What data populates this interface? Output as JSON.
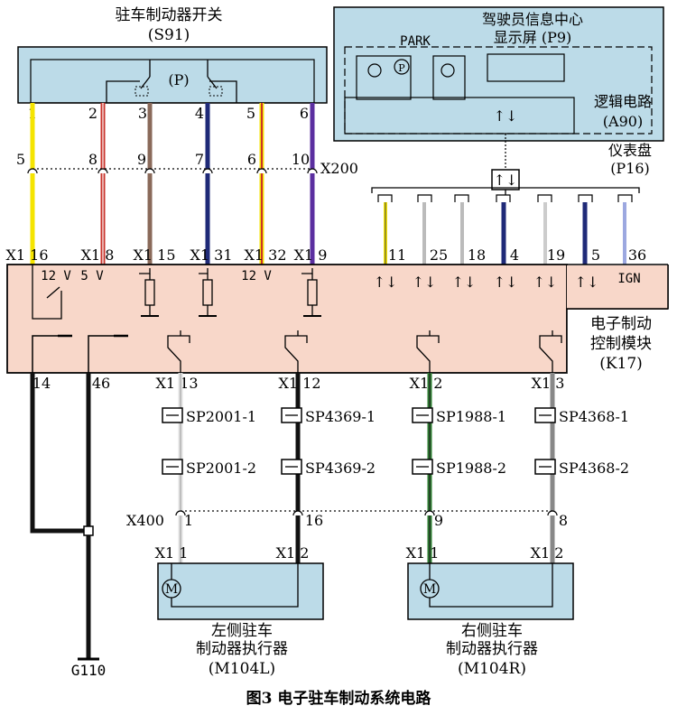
{
  "colors": {
    "module_fill": "#f8d7c9",
    "box_fill": "#bcdbe8",
    "wire_yellow": "#f5e400",
    "wire_red": "#c9342c",
    "wire_brown": "#8a6a5a",
    "wire_darkblue": "#1f2a78",
    "wire_violet": "#5b2fa0",
    "wire_green": "#2e7d32",
    "wire_gray": "#888888",
    "wire_black": "#111111"
  },
  "switch": {
    "title": "驻车制动器开关",
    "code": "(S91)",
    "p_symbol": "(P)",
    "pins": [
      "1",
      "2",
      "3",
      "4",
      "5",
      "6"
    ]
  },
  "connector_x200": {
    "name": "X200",
    "pins": [
      "5",
      "8",
      "9",
      "7",
      "6",
      "10"
    ]
  },
  "module": {
    "title_line1": "电子制动",
    "title_line2": "控制模块",
    "code": "(K17)",
    "top_pins": [
      "X1 16",
      "X1 8",
      "X1 15",
      "X1 31",
      "X1 32",
      "X1 9"
    ],
    "v12_left": "12 V",
    "v5": "5 V",
    "v12_right": "12 V",
    "bus_pins": [
      "11",
      "25",
      "18",
      "4",
      "19",
      "5",
      "36"
    ],
    "ign_label": "IGN",
    "ground_pins": [
      "14",
      "46"
    ],
    "bottom_pins": [
      "X1 13",
      "X1 12",
      "X1 2",
      "X1 3"
    ]
  },
  "cluster": {
    "title_line1": "驾驶员信息中心",
    "title_line2": "显示屏 (P9)",
    "park_label": "PARK",
    "logic_line1": "逻辑电路",
    "logic_line2": "(A90)",
    "panel_line1": "仪表盘",
    "panel_line2": "(P16)"
  },
  "splices": {
    "row1": [
      "SP2001-1",
      "SP4369-1",
      "SP1988-1",
      "SP4368-1"
    ],
    "row2": [
      "SP2001-2",
      "SP4369-2",
      "SP1988-2",
      "SP4368-2"
    ]
  },
  "connector_x400": {
    "name": "X400",
    "pins": [
      "1",
      "16",
      "9",
      "8"
    ]
  },
  "actuator_left": {
    "pin_a": "X1 1",
    "pin_b": "X1 2",
    "motor": "M",
    "label_line1": "左侧驻车",
    "label_line2": "制动器执行器",
    "label_line3": "(M104L)"
  },
  "actuator_right": {
    "pin_a": "X1 1",
    "pin_b": "X1 2",
    "motor": "M",
    "label_line1": "右侧驻车",
    "label_line2": "制动器执行器",
    "label_line3": "(M104R)"
  },
  "ground": {
    "name": "G110"
  },
  "caption": "图3 电子驻车制动系统电路"
}
